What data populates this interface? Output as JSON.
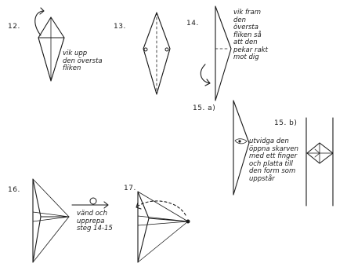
{
  "colors": {
    "ink": "#1a1a1a",
    "paper": "#ffffff"
  },
  "steps": {
    "s12": {
      "number": "12.",
      "caption": [
        "vik upp",
        "den översta",
        "fliken"
      ]
    },
    "s13": {
      "number": "13."
    },
    "s14": {
      "number": "14.",
      "caption": [
        "vik fram",
        "den",
        "översta",
        "fliken så",
        "att den",
        "pekar rakt",
        "mot dig"
      ]
    },
    "s15a": {
      "number": "15. a)"
    },
    "s15b": {
      "number": "15. b)",
      "caption": [
        "utvidga den",
        "öppna skarven",
        "med ett finger",
        "och platta till",
        "den form som",
        "uppstår"
      ]
    },
    "s16": {
      "number": "16.",
      "caption": [
        "vänd och",
        "upprepa",
        "steg 14-15"
      ]
    },
    "s17": {
      "number": "17."
    }
  },
  "icons": {
    "turn_over": "turn-over-arrow-icon",
    "fold_arrow": "fold-arrow-icon"
  }
}
